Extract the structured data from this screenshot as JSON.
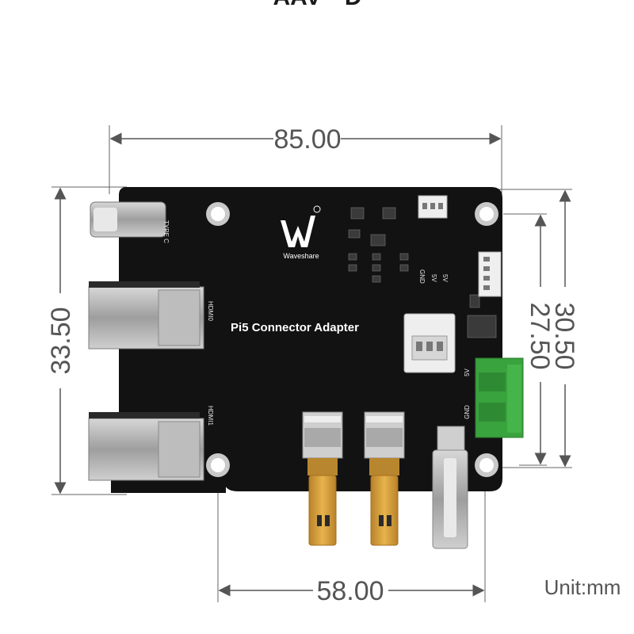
{
  "header": {
    "partial_text": "ᐟ AAV ᐟ D"
  },
  "dimensions": {
    "overall_width": "85.00",
    "overall_height": "33.50",
    "hole_spacing_horizontal": "58.00",
    "hole_spacing_vertical": "27.50",
    "right_height": "30.50",
    "unit_label": "Unit:mm"
  },
  "board": {
    "title": "Pi5 Connector Adapter",
    "brand": "Waveshare",
    "colors": {
      "pcb": "#121212",
      "terminal": "#39a33d",
      "gold": "#d9a43a",
      "dim_line": "#555555"
    },
    "silkscreen": {
      "type_c": "TYPE C",
      "hdmi0": "HDMI0",
      "hdmi1": "HDMI1",
      "gnd": "GND",
      "v5a": "5V",
      "v5b": "5V",
      "term_5v": "5V",
      "term_gnd": "GND"
    }
  }
}
